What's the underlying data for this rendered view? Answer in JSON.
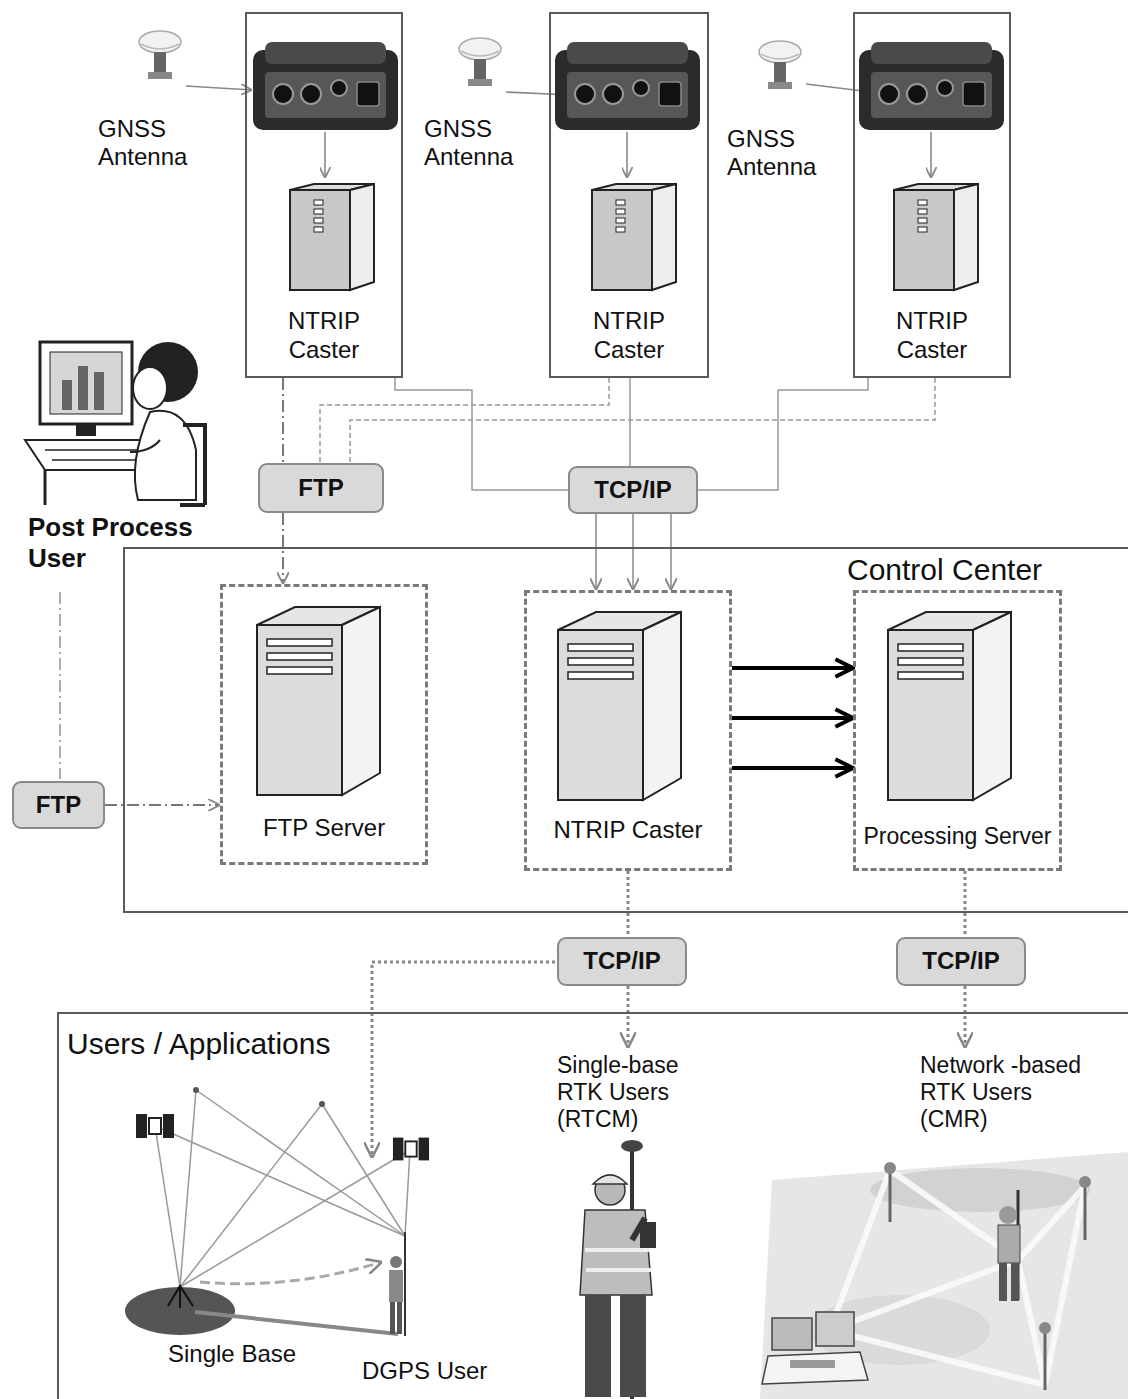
{
  "diagram": {
    "nodes": [
      {
        "text": [
          "NTRIP Caster"
        ]
      },
      {
        "text": [
          "NTRIP Caster"
        ]
      },
      {
        "text": [
          "NTRIP Caster"
        ]
      },
      {
        "text": [
          "FTP"
        ]
      },
      {
        "text": [
          "TCP/IP"
        ]
      },
      {
        "text": [
          "Control Center"
        ]
      },
      {
        "text": [
          "FTP Server"
        ],
        "in": 5
      },
      {
        "text": [
          "NTRIP Caster"
        ],
        "in": 5
      },
      {
        "text": [
          "Processing Server"
        ],
        "in": 5
      },
      {
        "text": [
          "FTP"
        ]
      },
      {
        "text": [
          "TCP/IP"
        ]
      },
      {
        "text": [
          "TCP/IP"
        ]
      },
      {
        "text": [
          "Users / Applications"
        ]
      },
      {
        "text": [
          "Single-base RTK Users (RTCM)"
        ],
        "in": 12
      },
      {
        "text": [
          "Network -based RTK Users (CMR)"
        ],
        "in": 12
      }
    ],
    "edges": [
      {
        "from": 0,
        "to": 3,
        "arrow": "none"
      },
      {
        "from": 1,
        "to": 3,
        "arrow": "none"
      },
      {
        "from": 2,
        "to": 3,
        "arrow": "none"
      },
      {
        "from": 3,
        "to": 6,
        "arrow": "to"
      },
      {
        "from": 0,
        "to": 4,
        "arrow": "none"
      },
      {
        "from": 1,
        "to": 4,
        "arrow": "none"
      },
      {
        "from": 2,
        "to": 4,
        "arrow": "none"
      },
      {
        "from": 4,
        "to": 7,
        "arrow": "to"
      },
      {
        "from": 4,
        "to": 7,
        "arrow": "to"
      },
      {
        "from": 4,
        "to": 7,
        "arrow": "to"
      },
      {
        "from": 7,
        "to": 8,
        "arrow": "to"
      },
      {
        "from": 7,
        "to": 8,
        "arrow": "to"
      },
      {
        "from": 7,
        "to": 8,
        "arrow": "to"
      },
      {
        "from": 9,
        "to": 6,
        "arrow": "to"
      },
      {
        "from": 7,
        "to": 10,
        "arrow": "none"
      },
      {
        "from": 10,
        "to": 13,
        "arrow": "to"
      },
      {
        "from": 8,
        "to": 11,
        "arrow": "none"
      },
      {
        "from": 11,
        "to": 14,
        "arrow": "to"
      }
    ],
    "labels": [
      "GNSS Antenna",
      "GNSS Antenna",
      "GNSS Antenna",
      "Post Process User",
      "Single Base",
      "DGPS User"
    ]
  }
}
